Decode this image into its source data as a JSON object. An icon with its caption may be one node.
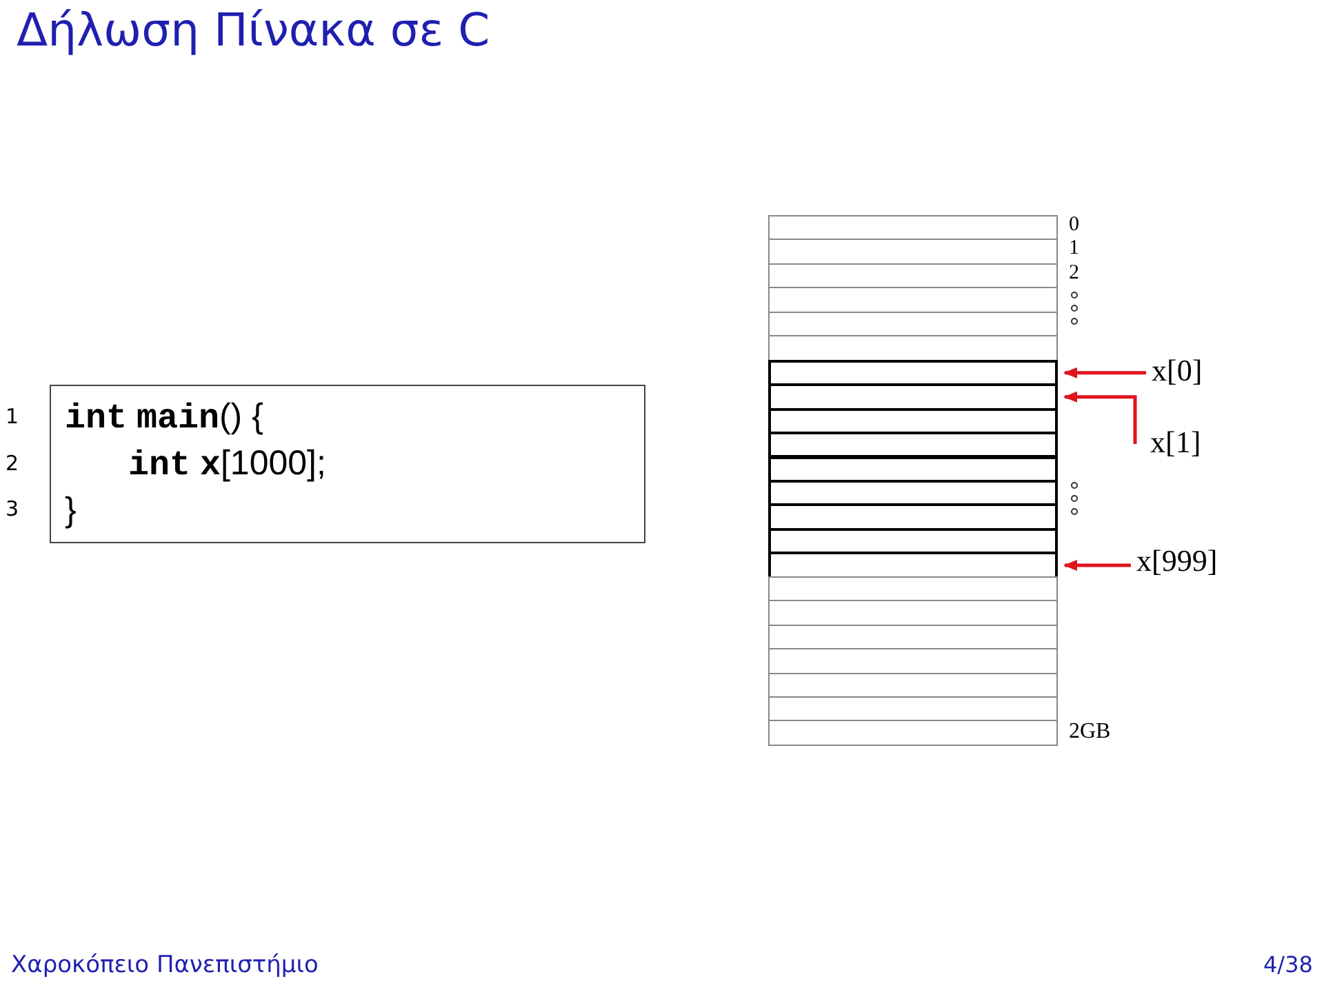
{
  "diagram": {
    "title": "Δήλωση Πίνακα σε C",
    "nodes": [
      {
        "text": [
          "**int** **main**() {",
          "**int** **x**[1000];",
          "}"
        ]
      },
      {
        "text": [],
        "shape": "box"
      },
      {
        "text": [],
        "shape": "box"
      },
      {
        "text": [],
        "shape": "box"
      },
      {
        "text": [],
        "shape": "box"
      },
      {
        "text": [],
        "shape": "box"
      },
      {
        "text": [],
        "shape": "box"
      },
      {
        "text": [],
        "shape": "box"
      },
      {
        "text": [],
        "shape": "box"
      },
      {
        "text": [],
        "shape": "box"
      },
      {
        "text": [],
        "shape": "box"
      },
      {
        "text": [],
        "shape": "box"
      },
      {
        "text": [],
        "shape": "box"
      },
      {
        "text": [],
        "shape": "box"
      },
      {
        "text": [],
        "shape": "box"
      },
      {
        "text": [],
        "shape": "box"
      },
      {
        "text": [],
        "shape": "box"
      },
      {
        "text": [],
        "shape": "box"
      },
      {
        "text": [],
        "shape": "box"
      },
      {
        "text": [],
        "shape": "box"
      },
      {
        "text": [],
        "shape": "box"
      },
      {
        "text": [],
        "shape": "box"
      },
      {
        "text": [],
        "shape": "box"
      },
      {
        "text": [
          "x[0]"
        ]
      },
      {
        "text": [
          "x[1]"
        ]
      },
      {
        "text": [
          "x[999]"
        ]
      }
    ],
    "edges": [
      {
        "from": 23,
        "to": 7,
        "arrow": "to",
        "color": "#e0141e"
      },
      {
        "from": 24,
        "to": 8,
        "arrow": "to",
        "color": "#e0141e"
      },
      {
        "from": 25,
        "to": 15,
        "arrow": "to",
        "color": "#e0141e"
      }
    ],
    "labels": [
      "0",
      "1",
      "2",
      "1",
      "2",
      "3",
      "2GB",
      "Χαροκόπειο Πανεπιστήμιο",
      "4/38"
    ]
  }
}
